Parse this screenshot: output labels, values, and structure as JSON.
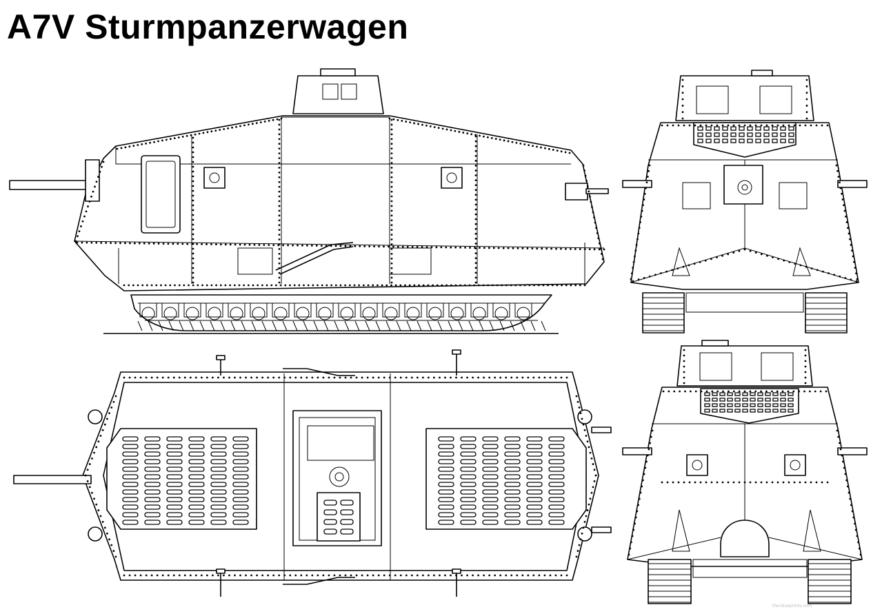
{
  "title": "A7V Sturmpanzerwagen",
  "views": [
    {
      "name": "side-view"
    },
    {
      "name": "front-view"
    },
    {
      "name": "top-view"
    },
    {
      "name": "rear-view"
    }
  ],
  "watermark": "the-blueprints.com",
  "colors": {
    "line": "#000000",
    "background": "#ffffff"
  }
}
